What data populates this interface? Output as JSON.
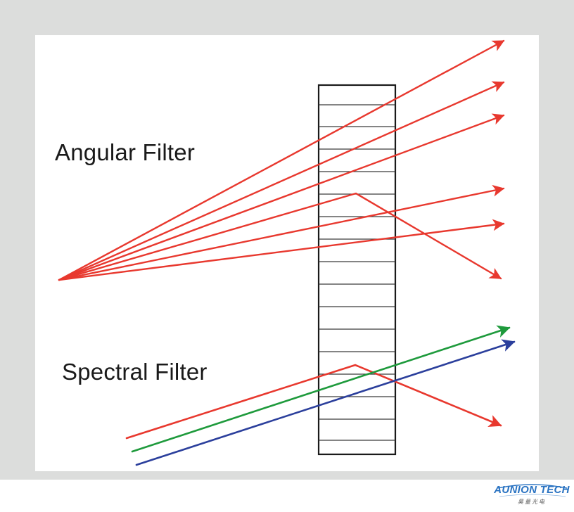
{
  "labels": {
    "angular": "Angular Filter",
    "spectral": "Spectral Filter"
  },
  "logo": {
    "text": "AUNION TECH",
    "subtext": "昊量光电"
  },
  "colors": {
    "background": "#dcdddc",
    "panel": "#ffffff",
    "red_ray": "#e8382e",
    "green_ray": "#1e9a3c",
    "blue_ray": "#2b3f9c",
    "filter_outline": "#1a1a1a",
    "filter_line": "#3a3a3a",
    "logo": "#2a73c2"
  }
}
